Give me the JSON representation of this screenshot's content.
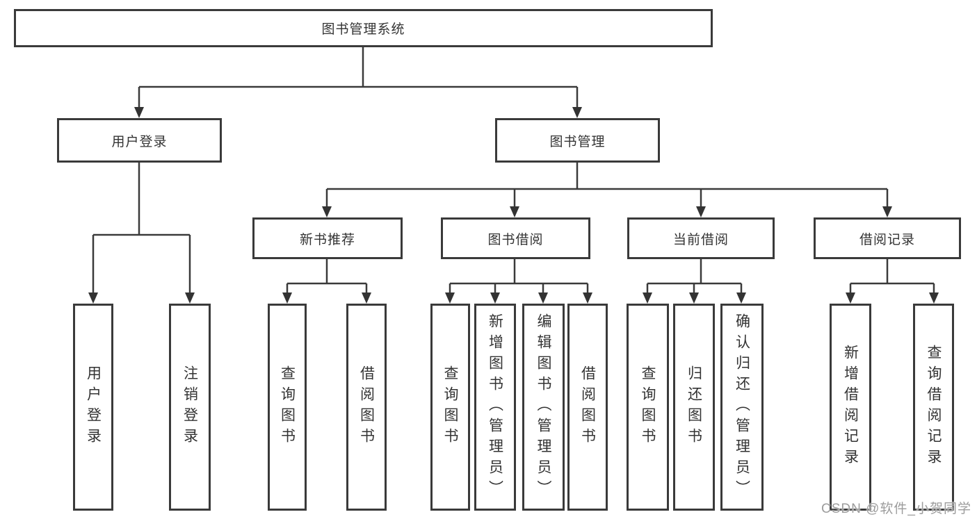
{
  "tree": {
    "root": "图书管理系统",
    "user_login": {
      "label": "用户登录",
      "children": [
        "用户登录",
        "注销登录"
      ]
    },
    "book_mgmt": {
      "label": "图书管理",
      "groups": [
        {
          "label": "新书推荐",
          "children": [
            "查询图书",
            "借阅图书"
          ]
        },
        {
          "label": "图书借阅",
          "children": [
            "查询图书",
            "新增图书（管理员）",
            "编辑图书（管理员）",
            "借阅图书"
          ]
        },
        {
          "label": "当前借阅",
          "children": [
            "查询图书",
            "归还图书",
            "确认归还（管理员）"
          ]
        },
        {
          "label": "借阅记录",
          "children": [
            "新增借阅记录",
            "查询借阅记录"
          ]
        }
      ]
    }
  },
  "watermark": "CSDN @软件_小贺同学",
  "colors": {
    "line": "#3a3a3a",
    "text": "#333333",
    "watermark": "#9c9c9c",
    "background": "#ffffff"
  }
}
